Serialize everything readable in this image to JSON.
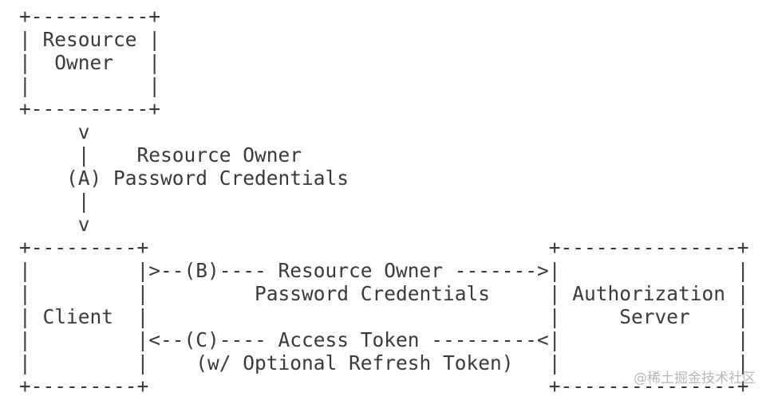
{
  "diagram": {
    "lines": [
      "+----------+",
      "| Resource |",
      "|  Owner   |",
      "|          |",
      "+----------+",
      "     v",
      "     |    Resource Owner",
      "    (A) Password Credentials",
      "     |",
      "     v",
      "+---------+                                  +---------------+",
      "|         |>--(B)---- Resource Owner ------->|               |",
      "|         |         Password Credentials     | Authorization |",
      "| Client  |                                  |     Server    |",
      "|         |<--(C)---- Access Token ---------<|               |",
      "|         |    (w/ Optional Refresh Token)   |               |",
      "+---------+                                  +---------------+"
    ]
  },
  "watermark": {
    "text": "@稀土掘金技术社区"
  }
}
